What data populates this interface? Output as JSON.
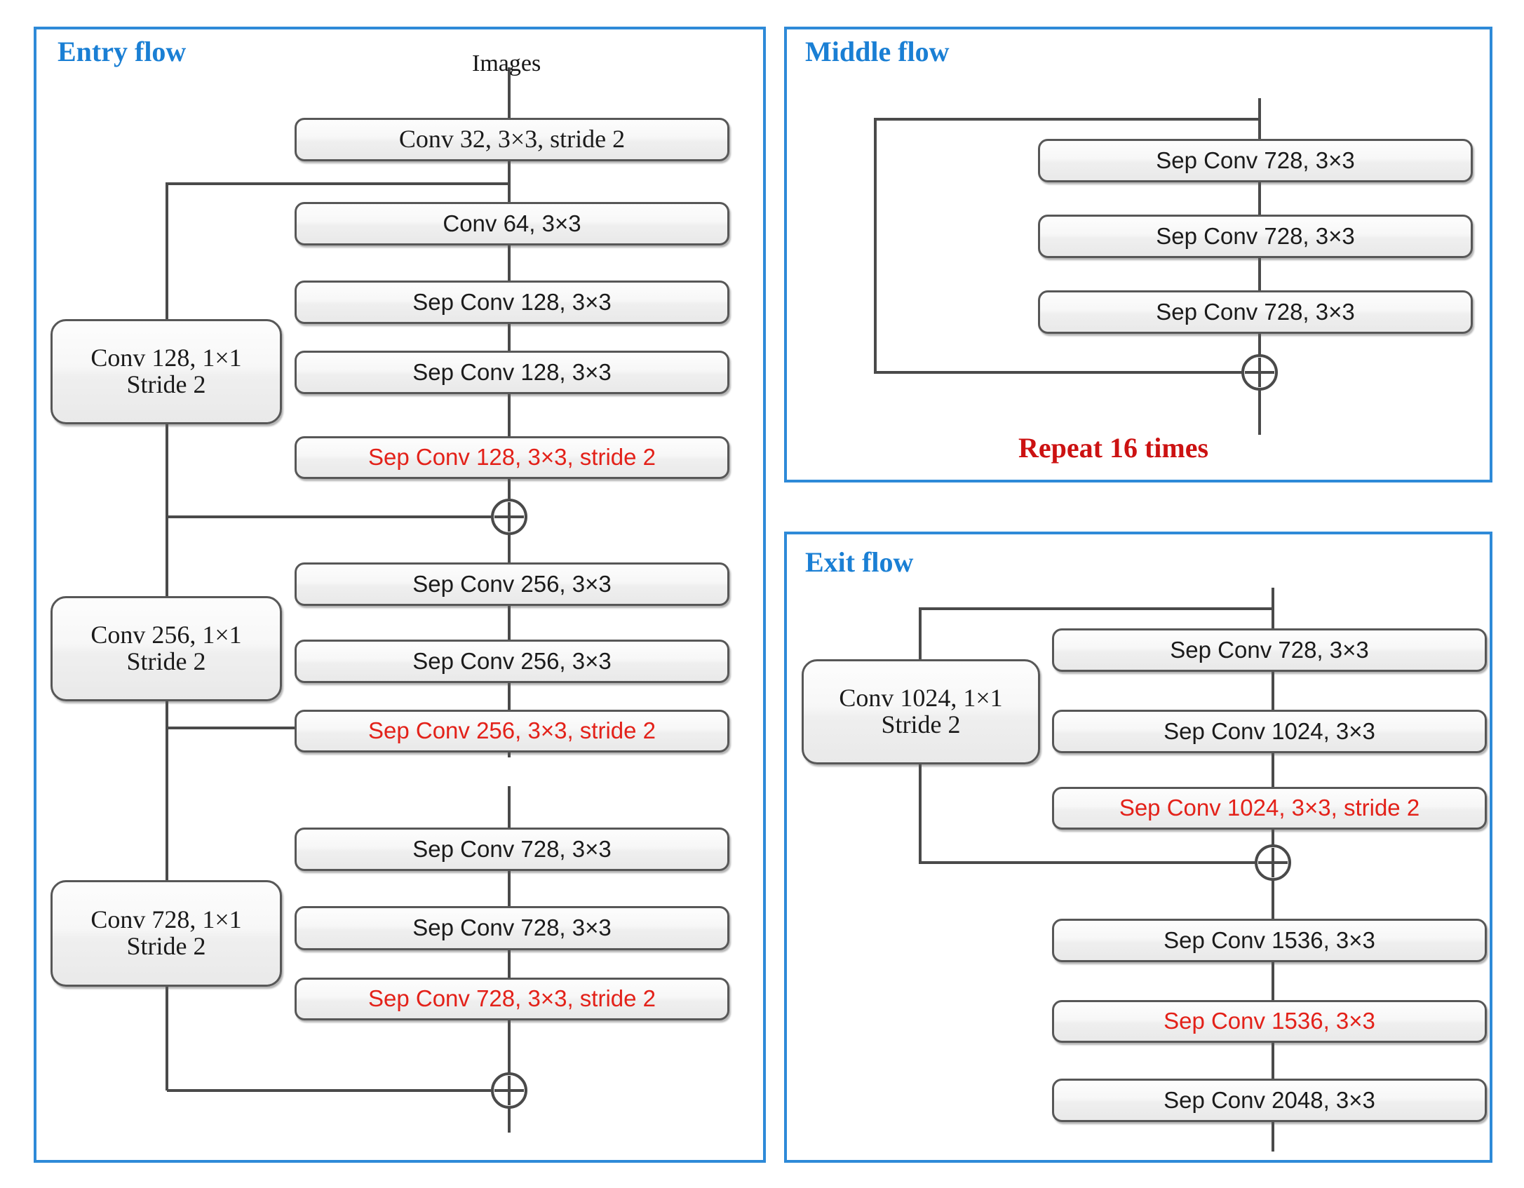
{
  "figure": {
    "title": "Xception architecture: Entry flow, Middle flow, Exit flow",
    "colors": {
      "panel_border": "#2e8ad8",
      "panel_title": "#1a7fd4",
      "node_border": "#575757",
      "node_fill": "#f2f2f2",
      "line": "#4a4a4a",
      "highlight_red": "#e32119",
      "repeat_red": "#cc1212",
      "text": "#1b1b1b"
    }
  },
  "entry_flow": {
    "title": "Entry flow",
    "input_label": "Images",
    "main_nodes": [
      {
        "label": "Conv 32, 3×3, stride 2",
        "style": "serif"
      },
      {
        "label": "Conv 64, 3×3",
        "style": "sans"
      },
      {
        "label": "Sep Conv 128, 3×3",
        "style": "sans"
      },
      {
        "label": "Sep Conv 128, 3×3",
        "style": "sans"
      },
      {
        "label": "Sep Conv 128, 3×3, stride 2",
        "style": "sans-red"
      },
      {
        "label": "Sep Conv 256, 3×3",
        "style": "sans"
      },
      {
        "label": "Sep Conv 256, 3×3",
        "style": "sans"
      },
      {
        "label": "Sep Conv 256, 3×3, stride 2",
        "style": "sans-red"
      },
      {
        "label": "Sep Conv 728, 3×3",
        "style": "sans"
      },
      {
        "label": "Sep Conv 728, 3×3",
        "style": "sans"
      },
      {
        "label": "Sep Conv 728, 3×3, stride 2",
        "style": "sans-red"
      }
    ],
    "shortcut_nodes": [
      {
        "line1": "Conv 128, 1×1",
        "line2": "Stride 2"
      },
      {
        "line1": "Conv 256, 1×1",
        "line2": "Stride 2"
      },
      {
        "line1": "Conv 728, 1×1",
        "line2": "Stride 2"
      }
    ],
    "adders": [
      "⊕",
      "⊕",
      "⊕"
    ]
  },
  "middle_flow": {
    "title": "Middle flow",
    "main_nodes": [
      {
        "label": "Sep Conv 728, 3×3",
        "style": "sans"
      },
      {
        "label": "Sep Conv 728, 3×3",
        "style": "sans"
      },
      {
        "label": "Sep Conv 728, 3×3",
        "style": "sans"
      }
    ],
    "adder": "⊕",
    "repeat_label": "Repeat 16 times"
  },
  "exit_flow": {
    "title": "Exit flow",
    "shortcut_node": {
      "line1": "Conv 1024, 1×1",
      "line2": "Stride 2"
    },
    "main_nodes": [
      {
        "label": "Sep Conv 728, 3×3",
        "style": "sans"
      },
      {
        "label": "Sep Conv 1024, 3×3",
        "style": "sans"
      },
      {
        "label": "Sep Conv 1024, 3×3, stride 2",
        "style": "sans-red"
      },
      {
        "label": "Sep Conv 1536, 3×3",
        "style": "sans"
      },
      {
        "label": "Sep Conv 1536, 3×3",
        "style": "sans-red"
      },
      {
        "label": "Sep Conv 2048, 3×3",
        "style": "sans"
      }
    ],
    "adder": "⊕"
  }
}
